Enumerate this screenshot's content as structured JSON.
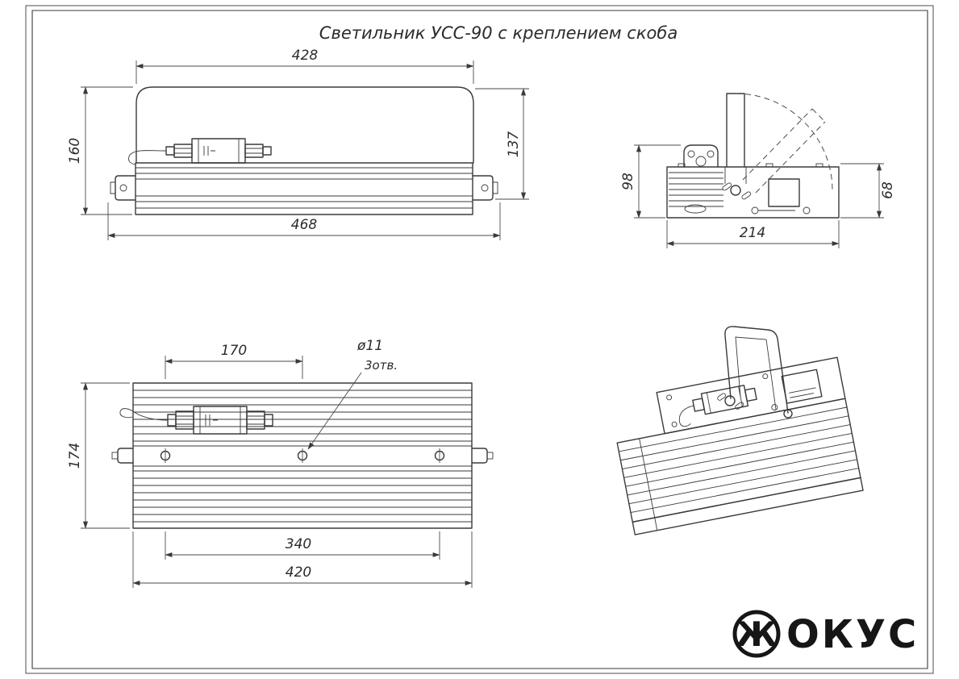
{
  "title": "Светильник УСС-90 с креплением скоба",
  "front_view": {
    "dim_top": "428",
    "dim_left": "160",
    "dim_right": "137",
    "dim_bottom": "468"
  },
  "side_view": {
    "dim_left": "98",
    "dim_right": "68",
    "dim_bottom": "214"
  },
  "bottom_view": {
    "dim_top": "170",
    "dim_left": "174",
    "dim_mid": "340",
    "dim_bottom": "420",
    "hole_dia": "ø11",
    "hole_count": "3отв."
  },
  "logo": {
    "symbol": "Ж",
    "text": "ОКУС"
  },
  "colors": {
    "line": "#3a3a3a",
    "text": "#2b2b2b"
  }
}
